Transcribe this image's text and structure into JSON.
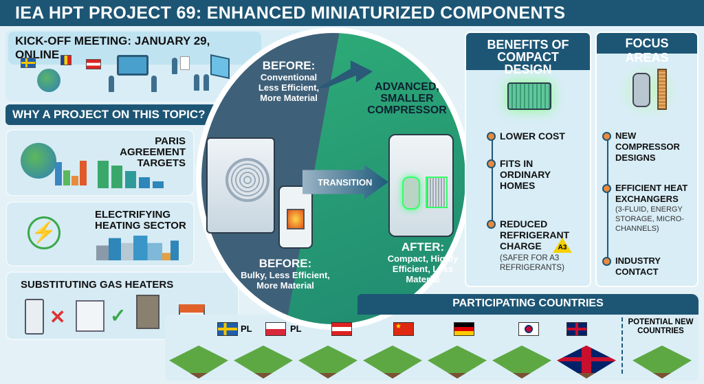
{
  "title": "IEA HPT PROJECT 69: ENHANCED MINIATURIZED COMPONENTS",
  "kickoff": {
    "title": "KICK-OFF MEETING: JANUARY 29, ONLINE"
  },
  "why": {
    "title": "WHY A PROJECT ON THIS TOPIC?",
    "cards": [
      "PARIS AGREEMENT TARGETS",
      "ELECTRIFYING HEATING SECTOR",
      "SUBSTITUTING GAS HEATERS"
    ]
  },
  "center": {
    "before_top": {
      "head": "BEFORE:",
      "text": "Conventional Less Efficient, More Material"
    },
    "before_bottom": {
      "head": "BEFORE:",
      "text": "Bulky, Less Efficient, More Material"
    },
    "transition": "TRANSITION",
    "compressor": "ADVANCED, SMALLER COMPRESSOR",
    "after": {
      "head": "AFTER:",
      "text": "Compact, Highly Efficient, Less Material"
    }
  },
  "benefits": {
    "title": "BENEFITS OF COMPACT DESIGN",
    "items": [
      {
        "label": "LOWER COST"
      },
      {
        "label": "FITS IN ORDINARY HOMES"
      },
      {
        "label": "REDUCED REFRIGERANT CHARGE",
        "badge": "A3",
        "sub": "(SAFER FOR A3 REFRIGERANTS)"
      }
    ]
  },
  "focus": {
    "title": "FOCUS AREAS",
    "items": [
      {
        "label": "NEW COMPRESSOR DESIGNS"
      },
      {
        "label": "EFFICIENT HEAT EXCHANGERS",
        "sub": "(3-FLUID, ENERGY STORAGE, MICRO-CHANNELS)"
      },
      {
        "label": "INDUSTRY CONTACT"
      }
    ]
  },
  "countries": {
    "title": "PARTICIPATING COUNTRIES",
    "flag_labels": [
      "PL",
      "PL"
    ],
    "potential": "POTENTIAL NEW COUNTRIES"
  },
  "colors": {
    "primary": "#1d5675",
    "green": "#2fae78",
    "accent": "#e98a3c"
  }
}
